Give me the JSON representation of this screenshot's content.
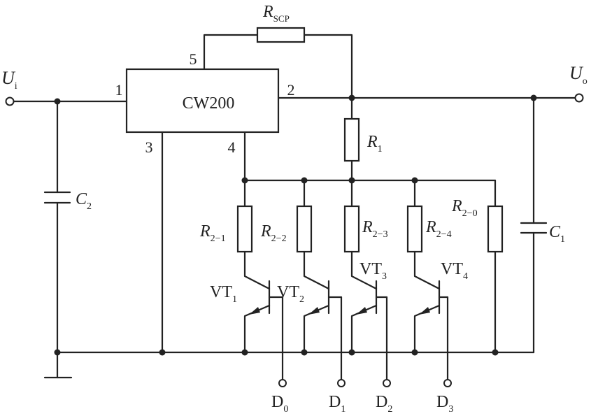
{
  "input": {
    "symbol": "U",
    "sub": "i"
  },
  "output": {
    "symbol": "U",
    "sub": "o"
  },
  "ic": {
    "name": "CW200",
    "pins": {
      "p1": "1",
      "p2": "2",
      "p3": "3",
      "p4": "4",
      "p5": "5"
    }
  },
  "rscp": {
    "symbol": "R",
    "sub": "SCP"
  },
  "r1": {
    "symbol": "R",
    "sub": "1"
  },
  "c1": {
    "symbol": "C",
    "sub": "1"
  },
  "c2": {
    "symbol": "C",
    "sub": "2"
  },
  "r2_0": {
    "symbol": "R",
    "sub": "2−0"
  },
  "stages": [
    {
      "res": {
        "symbol": "R",
        "sub": "2−1"
      },
      "vt": {
        "symbol": "VT",
        "sub": "1"
      },
      "d": {
        "symbol": "D",
        "sub": "0"
      }
    },
    {
      "res": {
        "symbol": "R",
        "sub": "2−2"
      },
      "vt": {
        "symbol": "VT",
        "sub": "2"
      },
      "d": {
        "symbol": "D",
        "sub": "1"
      }
    },
    {
      "res": {
        "symbol": "R",
        "sub": "2−3"
      },
      "vt": {
        "symbol": "VT",
        "sub": "3"
      },
      "d": {
        "symbol": "D",
        "sub": "2"
      }
    },
    {
      "res": {
        "symbol": "R",
        "sub": "2−4"
      },
      "vt": {
        "symbol": "VT",
        "sub": "4"
      },
      "d": {
        "symbol": "D",
        "sub": "3"
      }
    }
  ]
}
